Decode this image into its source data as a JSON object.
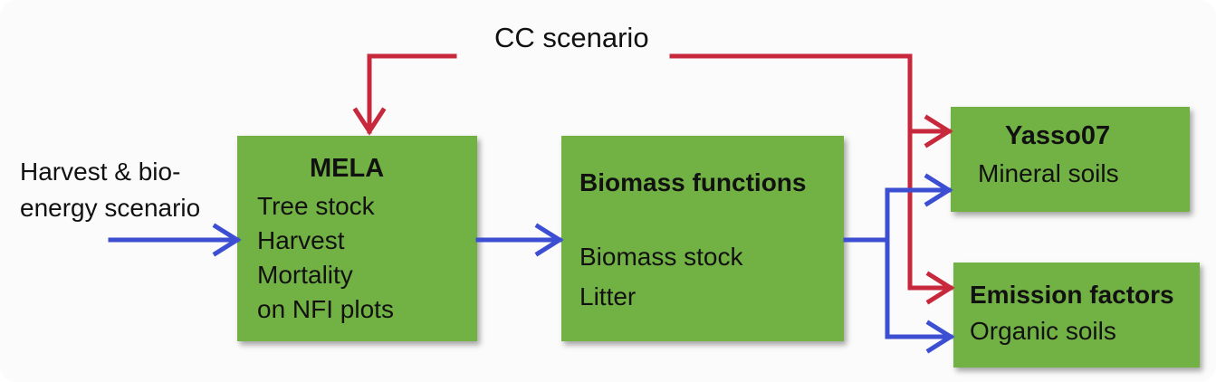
{
  "colors": {
    "box_fill": "#72b244",
    "red_arrow": "#c8283c",
    "blue_arrow": "#3c4ed2"
  },
  "cc_scenario": "CC scenario",
  "harvest_scenario": {
    "line1": "Harvest & bio-",
    "line2": "energy scenario"
  },
  "mela": {
    "title": "MELA",
    "lines": [
      "Tree stock",
      "Harvest",
      "Mortality",
      "on NFI plots"
    ]
  },
  "biomass": {
    "title": "Biomass functions",
    "lines": [
      "Biomass stock",
      "Litter"
    ]
  },
  "yasso": {
    "title": "Yasso07",
    "subtitle": "Mineral soils"
  },
  "emission": {
    "title": "Emission factors",
    "subtitle": "Organic soils"
  }
}
